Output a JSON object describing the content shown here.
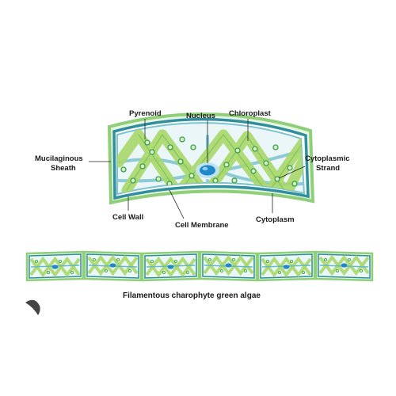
{
  "labels": {
    "pyrenoid": "Pyrenoid",
    "nucleus": "Nucleus",
    "chloroplast": "Chloroplast",
    "mucilaginous_1": "Mucilaginous",
    "mucilaginous_2": "Sheath",
    "cytoplasmic_1": "Cytoplasmic",
    "cytoplasmic_2": "Strand",
    "cell_wall": "Cell Wall",
    "cell_membrane": "Cell Membrane",
    "cytoplasm": "Cytoplasm"
  },
  "caption": "Filamentous charophyte green algae",
  "colors": {
    "sheath": "#8fcf7a",
    "wall": "#2f8f9f",
    "cytoplasm": "#c9e6ea",
    "chloroplast": "#a9d86a",
    "strand": "#6ab8c8",
    "nucleus": "#1e88c8",
    "pyrenoid": "#3aa04a"
  },
  "filament_cell_count": 6
}
